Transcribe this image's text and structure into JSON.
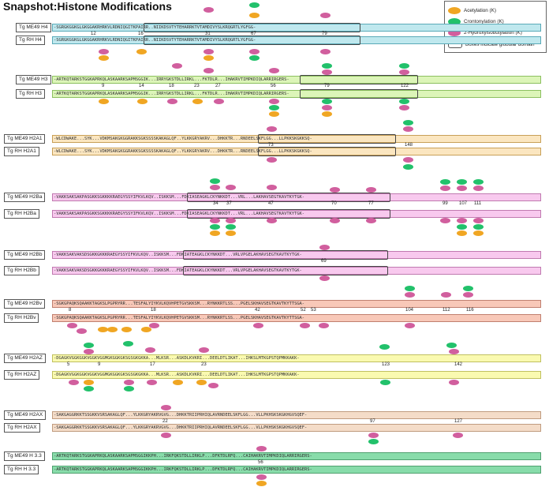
{
  "title": "Snapshot:Histone Modifications",
  "colors": {
    "Kac": "#f0a623",
    "Kcr": "#22c16b",
    "Khib": "#d15f9e"
  },
  "legend": {
    "items": [
      {
        "mark": "Kac",
        "text": "Acetylation  (K)"
      },
      {
        "mark": "Kcr",
        "text": "Crontonylation  (K)"
      },
      {
        "mark": "Khib",
        "text": "2-Hydroxyisobutylation (K)"
      }
    ],
    "box_text": "Boxes indicate globular domain"
  },
  "histones": [
    {
      "id": "H4",
      "labels": [
        "Tg ME49 H4",
        "Tg RH   H4"
      ],
      "color": "#bfe8ee",
      "border": "#5aaab8",
      "seqs": [
        "-SGRGKGGKGLGKGGAKRHRKVLRDNIQGITKPAIRR..NIIKDSVTYTEHARRKTVTAMDIVYSLKRQGRTLYGFGG-",
        "-SGRGKGGKGLGKGGAKRHRKVLRDNIQGITKPAIRR..NIIKDSVTYTEHARRKTVTAMDIVYSLKRQGRTLYGFGG-"
      ],
      "numbers": [
        "12",
        "16",
        "31",
        "67",
        "79"
      ]
    },
    {
      "id": "H3",
      "labels": [
        "Tg ME49 H3",
        "Tg RH   H3"
      ],
      "color": "#dcf5b8",
      "border": "#8cc060",
      "seqs": [
        "-ARTKQTARKSTGGKAPRKQLASKAARKSAPMSGGIK...IRRYGKSTDLLIRKL...FKTDLR...IHAKRVTIMPKDIQLARRIRGERS-",
        "-ARTKQTARKSTGGKAPRKQLASKAARKSAPMSGGIK...IRRYGKSTDLLIRKL...FKTDLR...IHAKRVTIMPKDIQLARRIRGERS-"
      ],
      "numbers": [
        "9",
        "14",
        "18",
        "23",
        "27",
        "56",
        "79",
        "122"
      ]
    },
    {
      "id": "H2A1",
      "labels": [
        "Tg ME49 H2A1",
        "Tg RH   H2A1"
      ],
      "color": "#fbe6c0",
      "border": "#c8a058",
      "seqs": [
        "-WLCDWAKE...SYK...VDKMSAKGKGGRAKKSGKSSSSKAKAGLQF..YLKKGRYAKRV...DHKKTR...RNDEELSKFLGG...LLPKKSKGKKSQ-",
        "-WLCDWAKE...SYK...VDKMSAKGKGGRAKKSGKSSSSKAKAGLQF..YLKKGRYAKRV...DHKKTR...RNDEELSKFLGG...LLPKKSKGKKSQ-"
      ],
      "numbers": [
        "73",
        "148"
      ]
    },
    {
      "id": "H2Ba",
      "labels": [
        "Tg ME49  H2Ba",
        "Tg RH    H2Ba"
      ],
      "color": "#f8c9ee",
      "border": "#c07ab0",
      "seqs": [
        "-VAKKSAKSAKPASGKKSGKKKKRAEGYSSYIFKVLKQV..ISKKSM...FDKIASEAGKLCKYNKKDT...VRL...LAKHAVSEGTKAVTKYTGK-",
        "-VAKKSAKSAKPASGKKSGKKKKRAEGYSSYIFKVLKQV..ISKKSM...FDKIASEAGKLCKYNKKDT...VRL...LAKHAVSEGTKAVTKYTGK-"
      ],
      "numbers": [
        "34",
        "37",
        "47",
        "70",
        "77",
        "99",
        "107",
        "111"
      ]
    },
    {
      "id": "H2Bb",
      "labels": [
        "Tg ME49  H2Bb",
        "Tg RH    H2Bb"
      ],
      "color": "#f8c9ee",
      "border": "#c07ab0",
      "seqs": [
        "-VAKKSAKVAKSDSGKKGKKKRAEGYSSYIFKVLKQV..ISKKSM...FDKIATEAGKLCKYNKKDT...VRLVPGELAKHAVSEGTKAVTKYTGK-",
        "-VAKKSAKVAKSDSGKKGKKKRAEGYSSYIFKVLKQV..ISKKSM...FDKIATEAGKLCKYNKKDT...VRLVPGELAKHAVSEGTKAVTKYTGK-"
      ],
      "numbers": [
        "69"
      ]
    },
    {
      "id": "H2Bv",
      "labels": [
        "Tg ME49  H2Bv",
        "Tg RH    H2Bv"
      ],
      "color": "#f8c8b8",
      "border": "#c08070",
      "seqs": [
        "-SGKGPAQKSQAAKKTAGKSLPGPRYRR...TESFALYIYKVLKQVHPETGVSKKSM...RYNKKRTLSS...PGELSKHAVSEGTKAVTKYTTSGA-",
        "-SGKGPAQKSQAAKKTAGKSLPGPRYRR...TESFALYIYKVLKQVHPETGVSKKSM...RYNKKRTLSS...PGELSKHAVSEGTKAVTKYTTSGA-"
      ],
      "numbers": [
        "8",
        "18",
        "42",
        "52",
        "53",
        "104",
        "112",
        "116"
      ]
    },
    {
      "id": "H2AZ",
      "labels": [
        "Tg ME49  H2AZ",
        "Tg RH    H2AZ"
      ],
      "color": "#fafab0",
      "border": "#c0c060",
      "seqs": [
        "-DGAGKVGGKGGKVGGKVGGMGKGGKGKSGSGKGKKA...MLKSR...ASKDLKVKRI...DEELDTLIKAT...IHKSLMTKGPSTQPMKKAKK-",
        "-DGAGKVGGKGGKVGGKVGGMGKGGKGKSGSGKGKKA...MLKSR...ASKDLKVKRI...DEELDTLIKAT...IHKSLMTKGPSTQPMKKAKK-"
      ],
      "numbers": [
        "5",
        "9",
        "17",
        "23",
        "123",
        "142"
      ]
    },
    {
      "id": "H2AX",
      "labels": [
        "Tg ME49  H2AX",
        "Tg RH    H2AX"
      ],
      "color": "#f4dcc8",
      "border": "#c09c80",
      "seqs": [
        "-SAKGAGGRKKTSSGKKVSRSAKAGLQF...YLKKGRYAKRVGVG...DHKKTRIIPRHIQLAVRNDEELSKFLGG...VLLPKHSKSKGKHGVSQEF-",
        "-SAKGAGGRKKTSSGKKVSRSAKAGLQF...YLKKGRYAKRVGVG...DHKKTRIIPRHIQLAVRNDEELSKFLGG...VLLPKHSKSKGKHGVSQEF-"
      ],
      "numbers": [
        "22",
        "97",
        "127"
      ]
    },
    {
      "id": "H3.3",
      "labels": [
        "Tg ME49  H 3.3",
        "Tg RH    H 3.3"
      ],
      "color": "#88dcaa",
      "border": "#50a070",
      "seqs": [
        "-ARTKQTARKSTGGKAPRKQLASKAARKSAPMSGGIKKPH...IRKFQKSTDLLIRKLP...DFKTDLRFQ...CAIHAKRVTIMPKDIQLARRIRGERS-",
        "-ARTKQTARKSTGGKAPRKQLASKAARKSAPMSGGIKKPH...IRKFQKSTDLLIRKLP...DFKTDLRFQ...CAIHAKRVTIMPKDIQLARRIRGERS-"
      ],
      "numbers": [
        "56"
      ]
    }
  ]
}
